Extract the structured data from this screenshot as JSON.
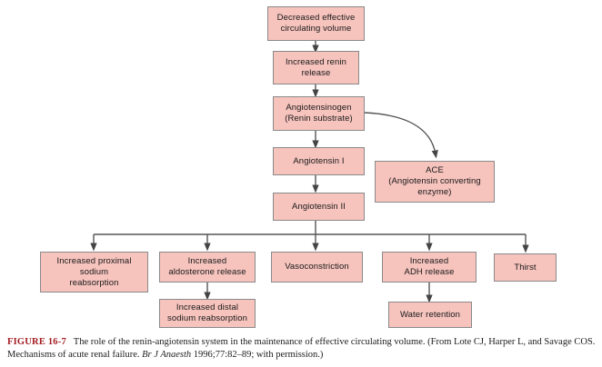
{
  "figure": {
    "colors": {
      "box_fill": "#f6c3bd",
      "box_border": "#8a8a8a",
      "connector": "#555555",
      "caption_label": "#a41d22",
      "page_background": "#ffffff",
      "text": "#1a1a1a"
    },
    "nodes": [
      {
        "id": "decreased-effective-circulating-volume",
        "label": "Decreased effective\ncirculating volume"
      },
      {
        "id": "increased-renin-release",
        "label": "Increased renin\nrelease"
      },
      {
        "id": "angiotensinogen",
        "label": "Angiotensinogen\n(Renin substrate)"
      },
      {
        "id": "angiotensin-i",
        "label": "Angiotensin I"
      },
      {
        "id": "ace",
        "label": "ACE\n(Angiotensin converting\nenzyme)"
      },
      {
        "id": "angiotensin-ii",
        "label": "Angiotensin II"
      },
      {
        "id": "increased-proximal-sodium-reabsorption",
        "label": "Increased proximal\nsodium\nreabsorption"
      },
      {
        "id": "increased-aldosterone-release",
        "label": "Increased\naldosterone release"
      },
      {
        "id": "increased-distal-sodium-reabsorption",
        "label": "Increased distal\nsodium reabsorption"
      },
      {
        "id": "vasoconstriction",
        "label": "Vasoconstriction"
      },
      {
        "id": "increased-adh-release",
        "label": "Increased\nADH release"
      },
      {
        "id": "water-retention",
        "label": "Water retention"
      },
      {
        "id": "thirst",
        "label": "Thirst"
      }
    ],
    "caption": {
      "figure_number": "FIGURE 16-7",
      "text_part_1": "The role of the renin-angiotensin system in the maintenance of effective circulating volume. (From Lote CJ, Harper L, and Savage COS. Mechanisms of acute renal failure. ",
      "journal": "Br J Anaesth",
      "text_part_2": " 1996;77:82–89; with permission.)"
    }
  }
}
